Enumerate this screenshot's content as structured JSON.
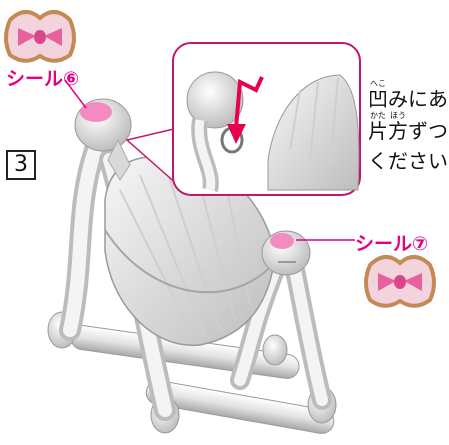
{
  "step_number": "3",
  "stickers": [
    {
      "label": "シール⑥"
    },
    {
      "label": "シール⑦"
    }
  ],
  "instruction": {
    "line1": "凹みにあ",
    "line1_ruby": "へこ",
    "line2": "片方ずつ",
    "line2_ruby_1": "かた",
    "line2_ruby_2": "ほう",
    "line3": "ください"
  },
  "colors": {
    "accent": "#e4007f",
    "sticker_frame": "#c48a55",
    "sticker_bow": "#e8609c",
    "sticker_bg": "#f3d3dc",
    "arrow": "#e6004d"
  }
}
